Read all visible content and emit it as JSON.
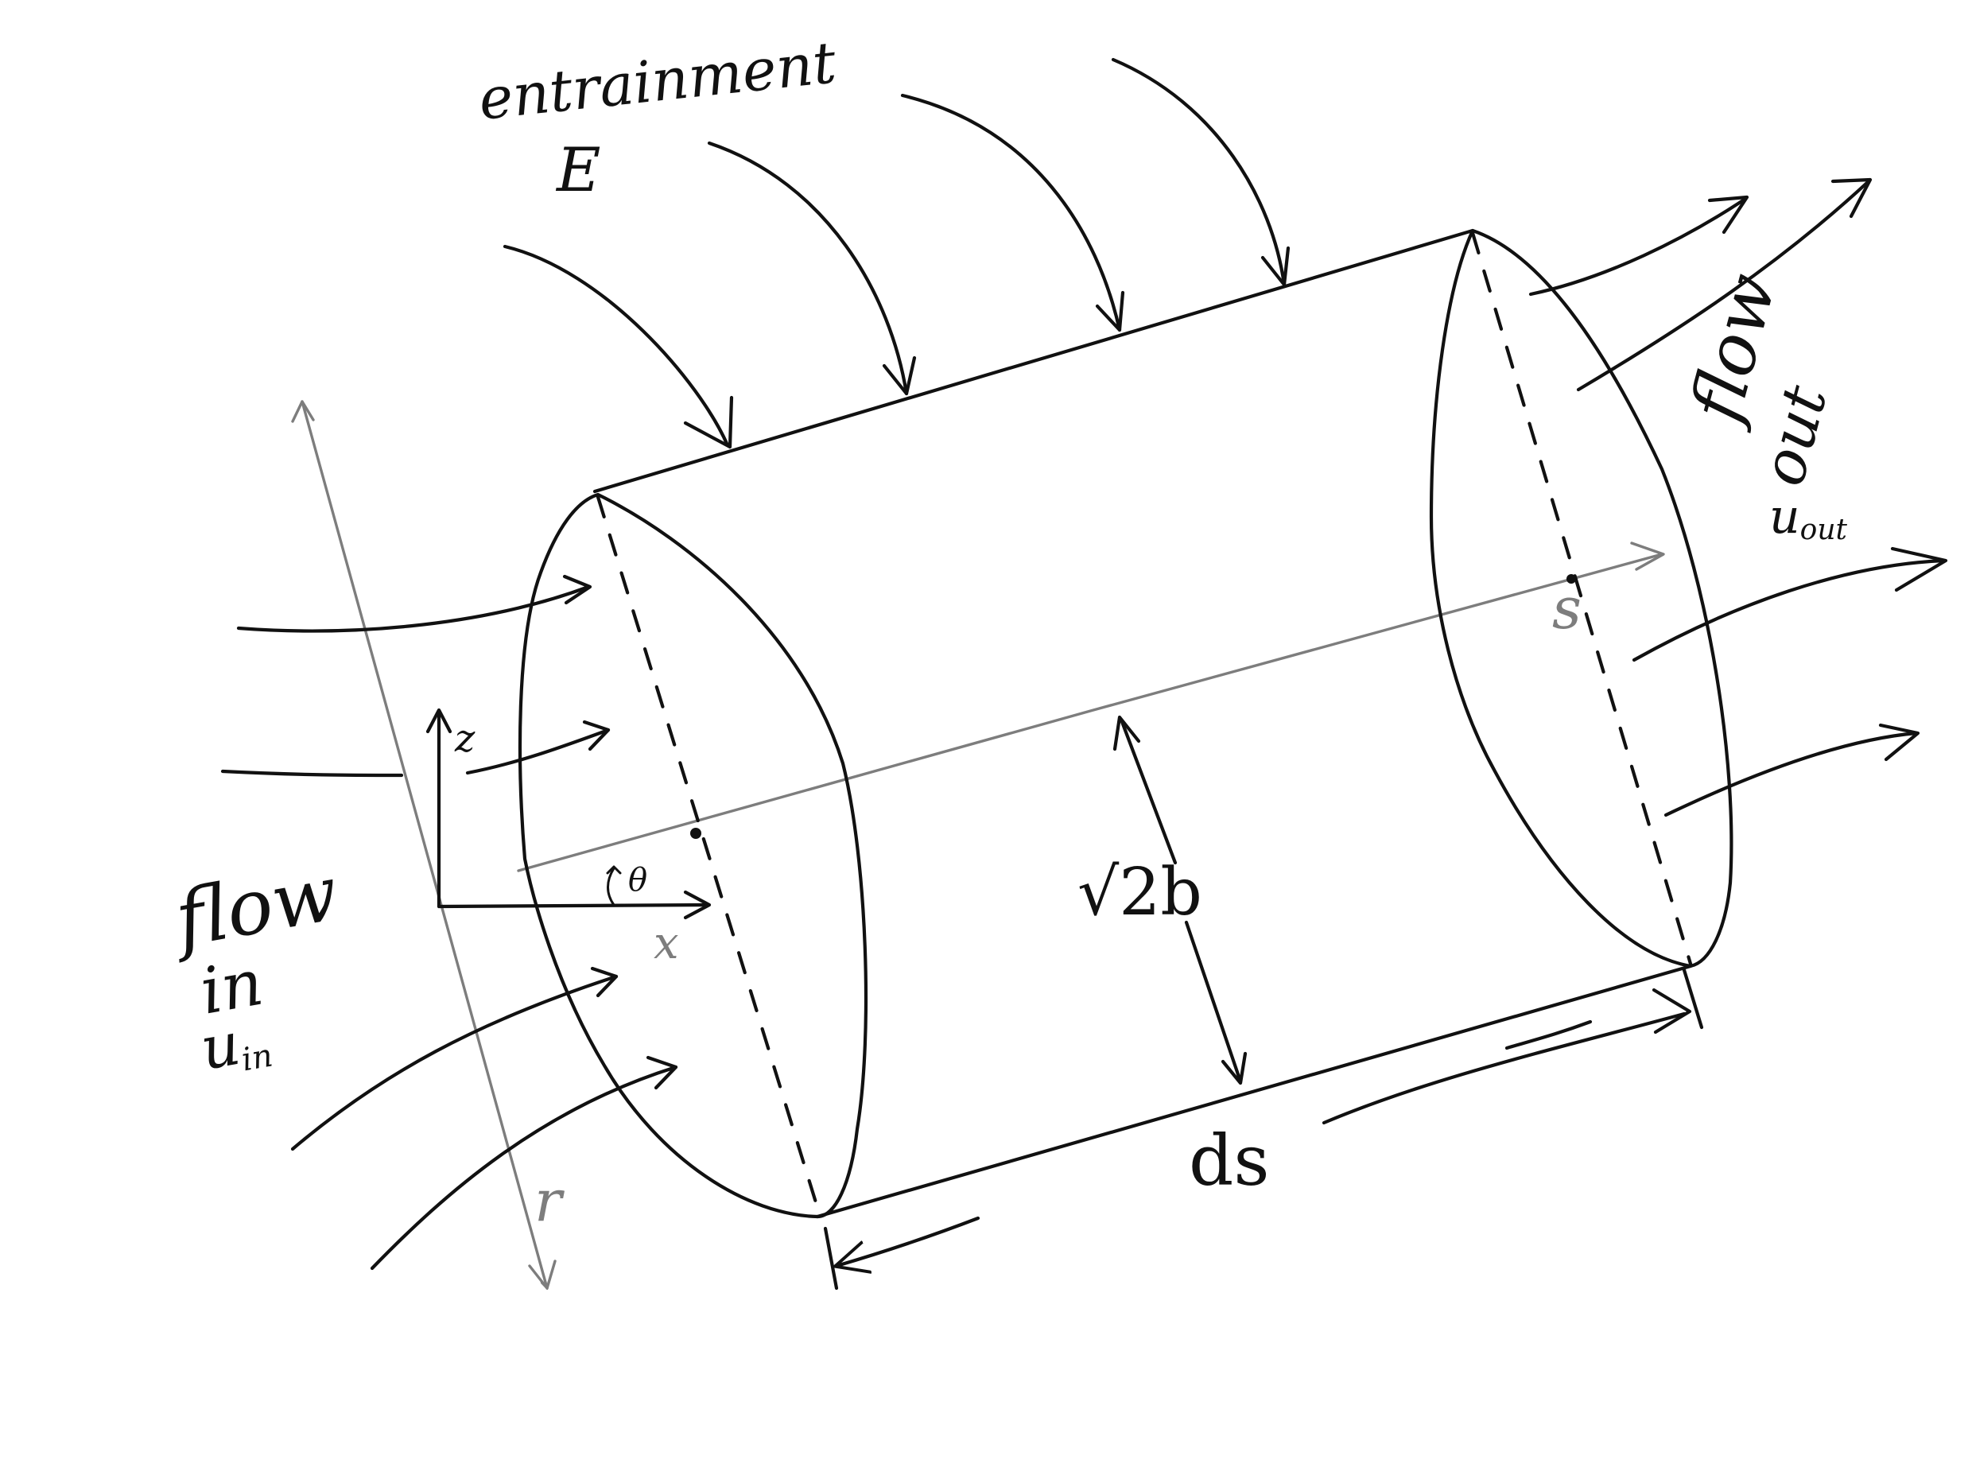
{
  "labels": {
    "entrainment": "entrainment",
    "entrainment_symbol": "E",
    "flow_in": "flow",
    "flow_in_2": "in",
    "flow_in_velocity": "u",
    "flow_in_velocity_sub": "in",
    "flow_out": "flow",
    "flow_out_2": "out",
    "flow_out_velocity": "u",
    "flow_out_velocity_sub": "out",
    "axis_z": "z",
    "axis_x": "x",
    "axis_r": "r",
    "axis_s": "s",
    "angle_theta": "θ",
    "width": "√2b",
    "length": "ds"
  },
  "colors": {
    "ink": "#111111",
    "axis_grey": "#7d7d7d",
    "background": "#ffffff"
  }
}
